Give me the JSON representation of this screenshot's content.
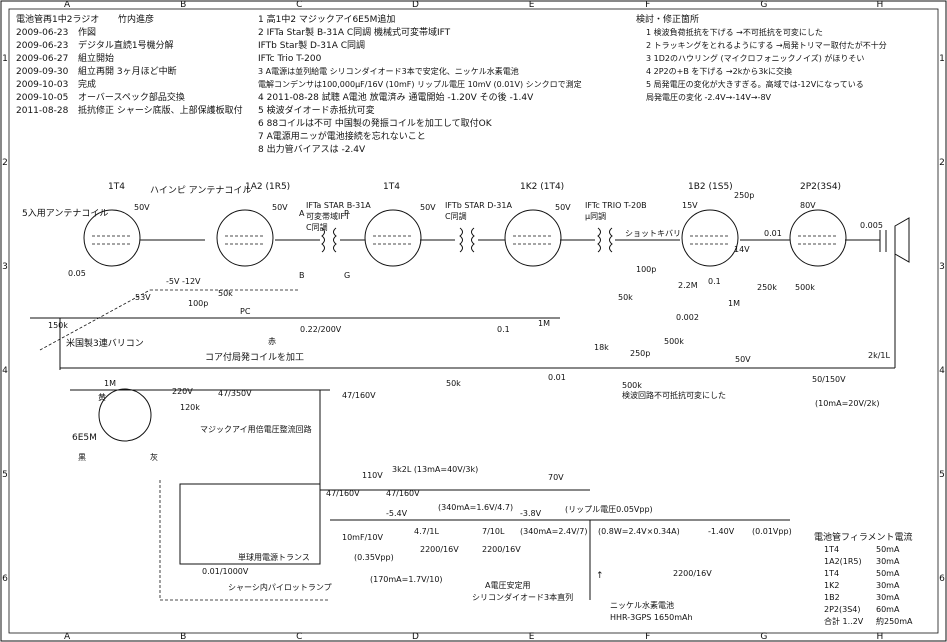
{
  "title_block": {
    "lines": [
      {
        "label": "電池管再1中2ラジオ",
        "value": "竹内進彦"
      },
      {
        "label": "2009-06-23",
        "value": "作図"
      },
      {
        "label": "2009-06-23",
        "value": "デジタル直読1号機分解"
      },
      {
        "label": "2009-06-27",
        "value": "組立開始"
      },
      {
        "label": "2009-09-30",
        "value": "組立再開  3ヶ月ほど中断"
      },
      {
        "label": "2009-10-03",
        "value": "完成"
      },
      {
        "label": "2009-10-05",
        "value": "オーバースペック部品交換"
      },
      {
        "label": "2011-08-28",
        "value": "抵抗修正  シャーシ底版、上部保護板取付"
      }
    ]
  },
  "notes_mid": {
    "items": [
      "1  高1中2   マジックアイ6E5M追加",
      "2  IFTa  Star製  B-31A     C同調  機械式可変帯域IFT",
      "    IFTb  Star製  D-31A     C同調",
      "    IFTc  Trio          T-200",
      "3  A電源は並列給電  シリコンダイオード3本で安定化、ニッケル水素電池",
      "    電解コンデンサは100,000μF/16V (10mF) リップル電圧  10mV (0.01V) シンクロで測定",
      "4  2011-08-28  試聴  A電池  放電済み  通電開始  -1.20V  その後 -1.4V",
      "5  検波ダイオード赤抵抗可変",
      "6  88コイルは不可  中国製の発振コイルを加工して取付OK",
      "7  A電源用ニッが電池接続を忘れないこと",
      "8  出力管バイアスは -2.4V"
    ]
  },
  "notes_right": {
    "header": "検討・修正箇所",
    "items": [
      "1  検波負荷抵抗を下げる  →不可抵抗を可変にした",
      "2  トラッキングをとれるようにする  →局発トリマー取付たが不十分",
      "3  1D2のハウリング (マイクロフォニックノイズ) がほりそい",
      "4  2P2の+B を下げる  →2kから3kに交換",
      "5  局発電圧の変化が大きすぎる。高域では-12Vになっている",
      "    局発電圧の変化 -2.4V→-14V→-8V"
    ]
  },
  "tubes": {
    "rf": "1T4",
    "conv": "1A2 (1R5)",
    "conv_note": "ハインピ アンテナコイル",
    "if1": "1T4",
    "det": "1K2 (1T4)",
    "af": "1B2 (1S5)",
    "out": "2P2(3S4)",
    "eye": "6E5M"
  },
  "schematic_labels": {
    "ant_coil": "5入用アンテナコイル",
    "ifta": "IFTa  STAR B-31A",
    "ifta_sub": "可変帯域IFT",
    "ifta_sub2": "C同調",
    "iftb": "IFTb  STAR D-31A",
    "iftb_sub": "C同調",
    "iftc": "IFTc   TRIO  T-20B",
    "iftc_sub": "μ同調",
    "schottky": "ショットキバリ",
    "us_vc": "米国製3連バリコン",
    "osc_coil": "コア付局発コイルを加工",
    "det_vr": "検波回路不可抵抗可変にした",
    "eye_psu": "マジックアイ用倍電圧整流回路",
    "trans": "単球用電源トランス",
    "pilot": "シャーシ内パイロットランプ",
    "a_diodes1": "A電圧安定用",
    "a_diodes2": "シリコンダイオード3本直列",
    "battery": "ニッケル水素電池",
    "battery2": "HHR-3GPS  1650mAh",
    "pc": "PC",
    "red": "赤",
    "black": "黒",
    "yellow": "黄",
    "grey": "灰",
    "letter_a": "A",
    "letter_b": "B",
    "letter_p": "P",
    "letter_g": "G",
    "arrow": "↑"
  },
  "values": {
    "v50_1": "50V",
    "v53": "53V",
    "v50_2": "50V",
    "v50_3": "50V",
    "v15": "15V",
    "v80": "80V",
    "bias": "-5V   -12V",
    "r50k": "50k",
    "c100p": "100p",
    "c005": "0.05",
    "r150k": "150k",
    "c022": "0.22/200V",
    "c01a": "0.1",
    "r1m": "1M",
    "r50k2": "50k",
    "c001": "0.01",
    "r18k": "18k",
    "c250p": "250p",
    "vr500k": "500k",
    "vr500k2": "500k",
    "c100p2": "100p",
    "r50k3": "50k",
    "r22m": "2.2M",
    "c0002": "0.002",
    "c01b": "0.1",
    "v14": "14V",
    "r1m2": "1M",
    "c250p2": "250p",
    "c001b": "0.01",
    "r250k": "250k",
    "r500k": "500k",
    "c0005": "0.005",
    "v50b": "50V",
    "r2k": "2k/1L",
    "c50_150": "50/150V",
    "i10ma": "(10mA=20V/2k)",
    "r1m3": "1M",
    "v220": "220V",
    "r120k": "120k",
    "c47_350": "47/350V",
    "c47_160": "47/160V",
    "v110": "110V",
    "r3k2": "3k2L  (13mA=40V/3k)",
    "v70": "70V",
    "c47_160b": "47/160V",
    "c47_160c": "47/160V",
    "v54": "-5.4V",
    "r47": "4.7/1L",
    "i340a": "(340mA=1.6V/4.7)",
    "v38": "-3.8V",
    "ripple": "(リップル電圧0.05Vpp)",
    "r710": "7/10L",
    "i340b": "(340mA=2.4V/7)",
    "fil_v": "(0.8W=2.4V×0.34A)",
    "v140": "-1.40V",
    "vpp001": "(0.01Vpp)",
    "c10mf": "10mF/10V",
    "vpp035": "(0.35Vpp)",
    "c2200a": "2200/16V",
    "c2200b": "2200/16V",
    "c2200c": "2200/16V",
    "i170": "(170mA=1.7V/10)",
    "c001kv": "0.01/1000V"
  },
  "filament_table": {
    "title": "電池管フィラメント電流",
    "rows": [
      {
        "tube": "1T4",
        "current": "50mA"
      },
      {
        "tube": "1A2(1R5)",
        "current": "30mA"
      },
      {
        "tube": "1T4",
        "current": "50mA"
      },
      {
        "tube": "1K2",
        "current": "30mA"
      },
      {
        "tube": "1B2",
        "current": "30mA"
      },
      {
        "tube": "2P2(3S4)",
        "current": "60mA"
      },
      {
        "tube": "合計  1..2V",
        "current": "約250mA"
      }
    ]
  },
  "frame": {
    "cols": [
      "A",
      "B",
      "C",
      "D",
      "E",
      "F",
      "G",
      "H"
    ],
    "rows": [
      "1",
      "2",
      "3",
      "4",
      "5",
      "6"
    ]
  }
}
